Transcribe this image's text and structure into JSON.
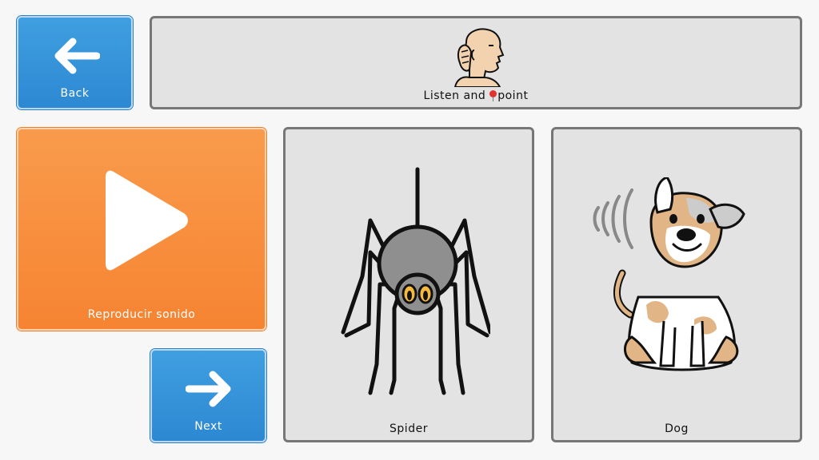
{
  "navigation": {
    "back_label": "Back",
    "next_label": "Next"
  },
  "header": {
    "instruction_prefix": "Listen and",
    "instruction_suffix": "point",
    "icons": [
      "listen-ear-icon",
      "pin-icon"
    ]
  },
  "player": {
    "play_label": "Reproducir sonido",
    "icon": "play-icon"
  },
  "choices": [
    {
      "label": "Spider",
      "icon": "spider-icon"
    },
    {
      "label": "Dog",
      "icon": "dog-icon"
    }
  ],
  "colors": {
    "nav_blue": "#3f9fe0",
    "play_orange": "#f68432",
    "card_grey": "#e3e3e3",
    "card_border": "#777777",
    "background": "#f7f7f7"
  }
}
